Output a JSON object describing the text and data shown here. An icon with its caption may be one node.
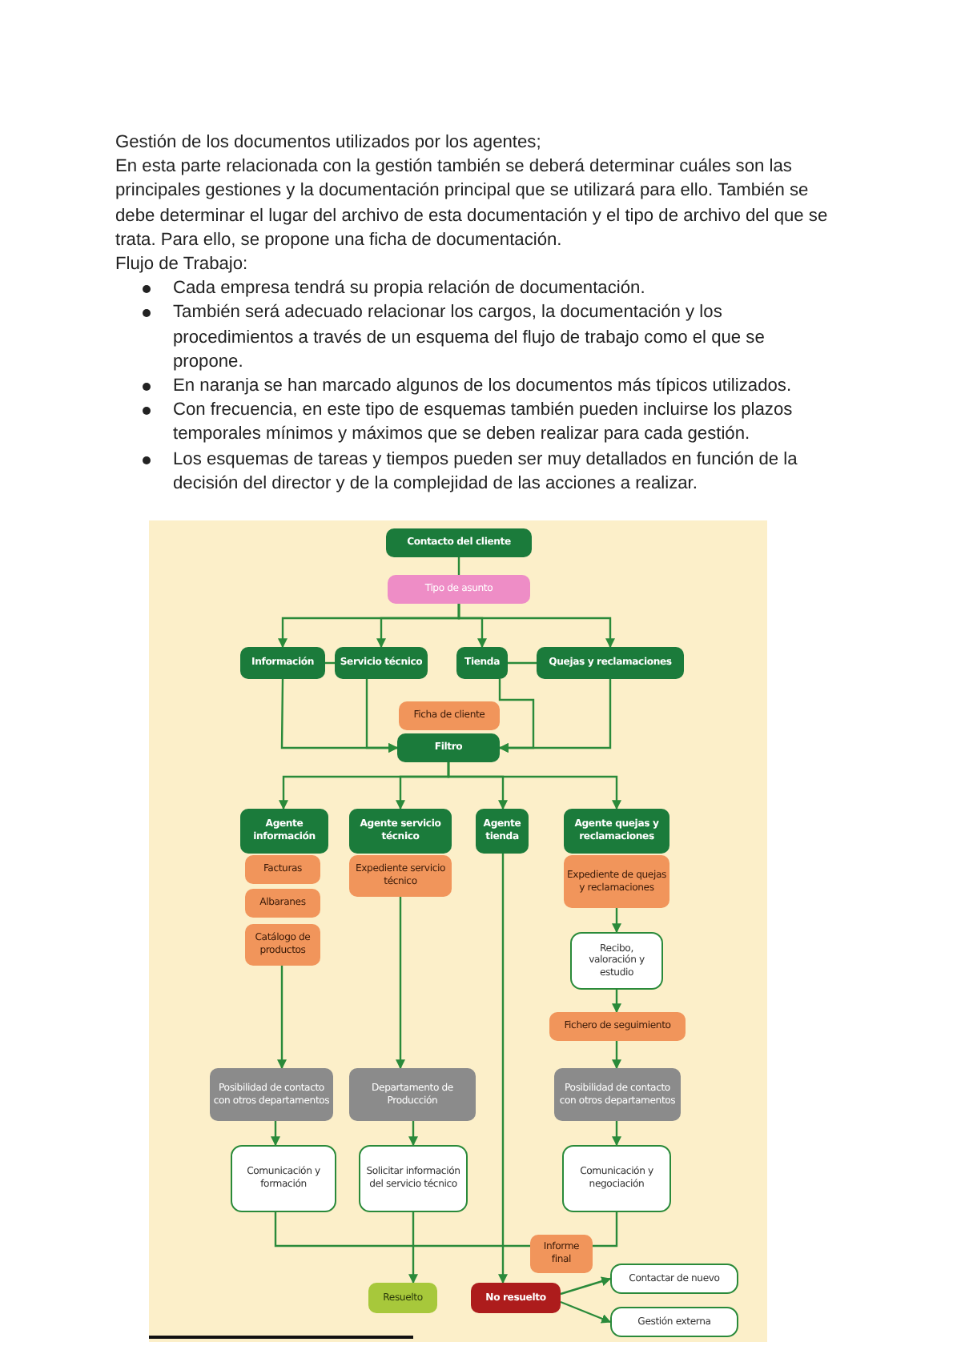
{
  "diagram": {
    "nodes": [
      {
        "text": [
          "Contacto del cliente"
        ]
      },
      {
        "text": [
          "Tipo de asunto"
        ]
      },
      {
        "text": [
          "Información"
        ]
      },
      {
        "text": [
          "Servicio técnico"
        ]
      },
      {
        "text": [
          "Tienda"
        ]
      },
      {
        "text": [
          "Quejas y reclamaciones"
        ]
      },
      {
        "text": [
          "Ficha de cliente"
        ]
      },
      {
        "text": [
          "Filtro"
        ]
      },
      {
        "text": [
          "Agente información"
        ]
      },
      {
        "text": [
          "Agente servicio técnico"
        ]
      },
      {
        "text": [
          "Agente tienda"
        ]
      },
      {
        "text": [
          "Agente quejas y reclamaciones"
        ]
      },
      {
        "text": [
          "Facturas"
        ]
      },
      {
        "text": [
          "Albaranes"
        ]
      },
      {
        "text": [
          "Catálogo de productos"
        ]
      },
      {
        "text": [
          "Expediente servicio técnico"
        ]
      },
      {
        "text": [
          "Expediente de quejas y reclamaciones"
        ]
      },
      {
        "text": [
          "Recibo, valoración y estudio"
        ]
      },
      {
        "text": [
          "Fichero de seguimiento"
        ]
      },
      {
        "text": [
          "Posibilidad de contacto con otros departamentos"
        ]
      },
      {
        "text": [
          "Departamento de Producción"
        ]
      },
      {
        "text": [
          "Posibilidad de contacto con otros departamentos"
        ]
      },
      {
        "text": [
          "Comunicación y formación"
        ]
      },
      {
        "text": [
          "Solicitar información del servicio técnico"
        ]
      },
      {
        "text": [
          "Comunicación y negociación"
        ]
      },
      {
        "text": [
          "Informe final"
        ]
      },
      {
        "text": [
          "Resuelto"
        ]
      },
      {
        "text": [
          "No resuelto"
        ]
      },
      {
        "text": [
          "Contactar de nuevo"
        ]
      },
      {
        "text": [
          "Gestión externa"
        ]
      }
    ],
    "edges": [
      {
        "from": 0,
        "to": 1,
        "arrow": "none"
      },
      {
        "from": 1,
        "to": 2,
        "arrow": "to"
      },
      {
        "from": 1,
        "to": 3,
        "arrow": "to"
      },
      {
        "from": 1,
        "to": 4,
        "arrow": "to"
      },
      {
        "from": 1,
        "to": 5,
        "arrow": "to"
      },
      {
        "from": 2,
        "to": 3,
        "arrow": "none"
      },
      {
        "from": 4,
        "to": 5,
        "arrow": "none"
      },
      {
        "from": 2,
        "to": 7,
        "arrow": "to"
      },
      {
        "from": 3,
        "to": 7,
        "arrow": "to"
      },
      {
        "from": 4,
        "to": 7,
        "arrow": "to"
      },
      {
        "from": 5,
        "to": 7,
        "arrow": "to"
      },
      {
        "from": 7,
        "to": 8,
        "arrow": "to"
      },
      {
        "from": 7,
        "to": 9,
        "arrow": "to"
      },
      {
        "from": 7,
        "to": 10,
        "arrow": "to"
      },
      {
        "from": 7,
        "to": 11,
        "arrow": "to"
      },
      {
        "from": 14,
        "to": 19,
        "arrow": "to"
      },
      {
        "from": 15,
        "to": 20,
        "arrow": "to"
      },
      {
        "from": 16,
        "to": 17,
        "arrow": "to"
      },
      {
        "from": 17,
        "to": 18,
        "arrow": "to"
      },
      {
        "from": 18,
        "to": 21,
        "arrow": "to"
      },
      {
        "from": 10,
        "to": 27,
        "arrow": "to"
      },
      {
        "from": 19,
        "to": 22,
        "arrow": "to"
      },
      {
        "from": 20,
        "to": 23,
        "arrow": "to"
      },
      {
        "from": 21,
        "to": 24,
        "arrow": "to"
      },
      {
        "from": 22,
        "to": 25,
        "arrow": "none"
      },
      {
        "from": 24,
        "to": 25,
        "arrow": "none"
      },
      {
        "from": 23,
        "to": 26,
        "arrow": "to"
      },
      {
        "from": 27,
        "to": 28,
        "arrow": "to"
      },
      {
        "from": 27,
        "to": 29,
        "arrow": "to"
      }
    ],
    "labels": [
      "Gestión de los documentos utilizados por los agentes;",
      "En esta parte relacionada con la gestión también se deberá determinar cuáles son las principales gestiones y la documentación principal que se utilizará para ello. También se debe determinar el lugar del archivo de esta documentación y el tipo de archivo del que se trata. Para ello, se propone una ficha de documentación.",
      "Flujo de Trabajo:",
      "Cada empresa tendrá su propia relación de documentación.",
      "También será adecuado relacionar los cargos, la documentación y los procedimientos a través de un esquema del flujo de trabajo como el que se propone.",
      "En naranja se han marcado algunos de los documentos más típicos utilizados.",
      "Con frecuencia, en este tipo de esquemas también pueden incluirse los plazos temporales mínimos y máximos que se deben realizar para cada gestión.",
      "Los esquemas de tareas y tiempos pueden ser muy detallados en función de la decisión del director y de la complejidad de las acciones a realizar."
    ]
  }
}
